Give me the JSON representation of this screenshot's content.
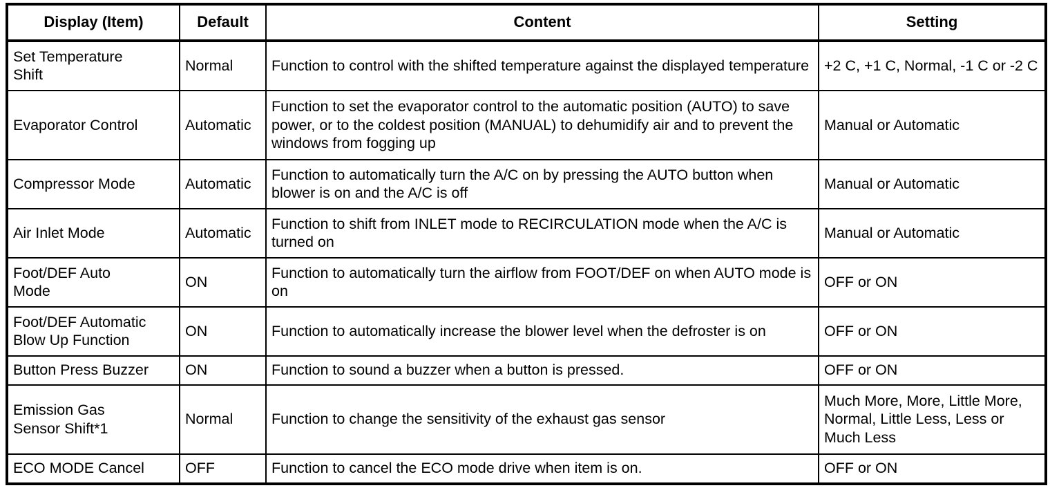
{
  "table": {
    "columns": [
      {
        "key": "display",
        "label": "Display (Item)"
      },
      {
        "key": "default",
        "label": "Default"
      },
      {
        "key": "content",
        "label": "Content"
      },
      {
        "key": "setting",
        "label": "Setting"
      }
    ],
    "rows": [
      {
        "display": "Set Temperature\nShift",
        "default": "Normal",
        "content": "Function to control with the shifted temperature against the displayed temperature",
        "setting": "+2 C, +1 C, Normal, -1 C or -2 C"
      },
      {
        "display": "Evaporator Control",
        "default": "Automatic",
        "content": "Function to set the evaporator control to the automatic position (AUTO) to save power, or to the coldest position (MANUAL) to dehumidify air and to prevent the windows from fogging up",
        "setting": "Manual or Automatic"
      },
      {
        "display": "Compressor Mode",
        "default": "Automatic",
        "content": "Function to automatically turn the A/C on by pressing the AUTO button when blower is on and the A/C is off",
        "setting": "Manual or Automatic"
      },
      {
        "display": "Air Inlet Mode",
        "default": "Automatic",
        "content": "Function to shift from INLET mode to RECIRCULATION mode when the A/C is turned on",
        "setting": "Manual or Automatic"
      },
      {
        "display": "Foot/DEF Auto\nMode",
        "default": "ON",
        "content": "Function to automatically turn the airflow from FOOT/DEF on when AUTO mode is on",
        "setting": "OFF or ON"
      },
      {
        "display": "Foot/DEF Automatic\nBlow Up Function",
        "default": "ON",
        "content": "Function to automatically increase the blower level when the defroster is on",
        "setting": "OFF or ON"
      },
      {
        "display": "Button Press Buzzer",
        "default": "ON",
        "content": "Function to sound a buzzer when a button is pressed.",
        "setting": "OFF or ON"
      },
      {
        "display": "Emission Gas\nSensor Shift*1",
        "default": "Normal",
        "content": "Function to change the sensitivity of the exhaust gas sensor",
        "setting": "Much More, More, Little More, Normal, Little Less, Less or Much Less"
      },
      {
        "display": "ECO MODE Cancel",
        "default": "OFF",
        "content": "Function to cancel the ECO mode drive when item is on.",
        "setting": "OFF or ON"
      }
    ]
  },
  "colors": {
    "border": "#000000",
    "text": "#000000",
    "background": "#ffffff"
  }
}
